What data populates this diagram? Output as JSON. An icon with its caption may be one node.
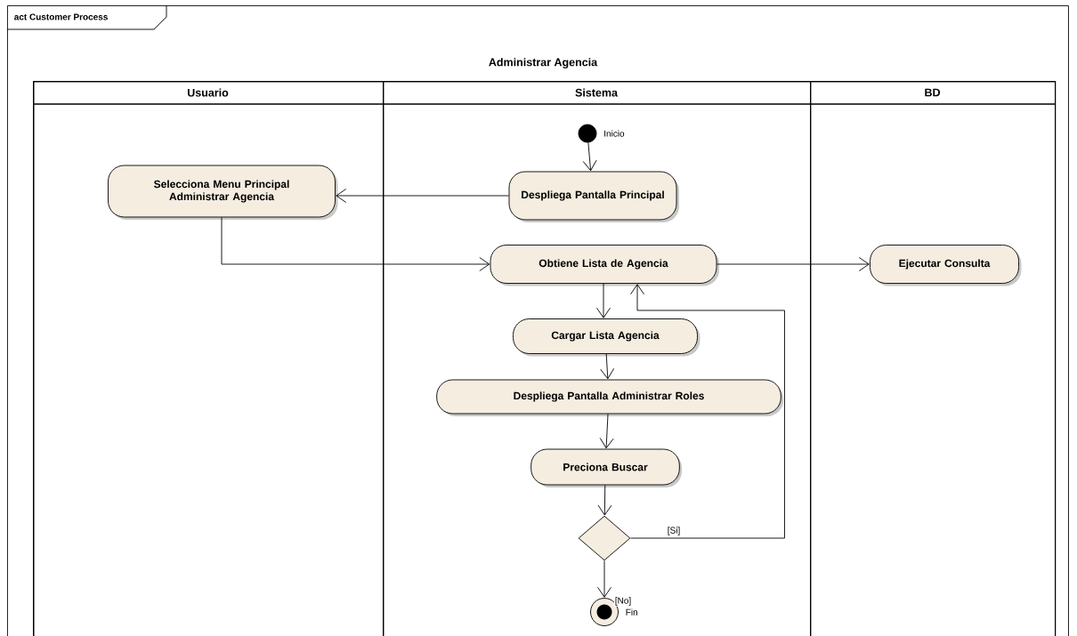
{
  "diagram": {
    "nodes": [
      {
        "text": [
          "act Customer Process"
        ]
      },
      {
        "text": [
          "Administrar Agencia"
        ],
        "in": 0
      },
      {
        "text": [
          "Usuario"
        ],
        "in": 1
      },
      {
        "text": [
          "Sistema"
        ],
        "in": 1
      },
      {
        "text": [
          "BD"
        ],
        "in": 1
      },
      {
        "text": [],
        "shape": "circle",
        "beside": [
          "Inicio"
        ],
        "in": 3
      },
      {
        "text": [
          "Despliega Pantalla Principal"
        ],
        "in": 3
      },
      {
        "text": [
          "Selecciona Menu Principal Administrar Agencia"
        ],
        "in": 2
      },
      {
        "text": [
          "Obtiene Lista de Agencia"
        ],
        "in": 3
      },
      {
        "text": [
          "Ejecutar Consulta"
        ],
        "in": 4
      },
      {
        "text": [
          "Cargar Lista Agencia"
        ],
        "in": 3
      },
      {
        "text": [
          "Despliega Pantalla Administrar Roles"
        ],
        "in": 3
      },
      {
        "text": [
          "Preciona Buscar"
        ],
        "in": 3
      },
      {
        "text": [],
        "shape": "diamond",
        "in": 3
      },
      {
        "text": [],
        "shape": "circle",
        "beside": [
          "Fin"
        ],
        "in": 3
      }
    ],
    "edges": [
      {
        "from": 5,
        "to": 6,
        "arrow": "to"
      },
      {
        "from": 6,
        "to": 7,
        "arrow": "to"
      },
      {
        "from": 7,
        "to": 8,
        "arrow": "to"
      },
      {
        "from": 8,
        "to": 9,
        "arrow": "to"
      },
      {
        "from": 8,
        "to": 10,
        "arrow": "to"
      },
      {
        "from": 10,
        "to": 11,
        "arrow": "to"
      },
      {
        "from": 11,
        "to": 12,
        "arrow": "to"
      },
      {
        "from": 12,
        "to": 13,
        "arrow": "to"
      },
      {
        "from": 13,
        "to": 8,
        "arrow": "to",
        "label": "[Si]"
      },
      {
        "from": 13,
        "to": 14,
        "arrow": "to",
        "label": "[No]"
      }
    ]
  }
}
